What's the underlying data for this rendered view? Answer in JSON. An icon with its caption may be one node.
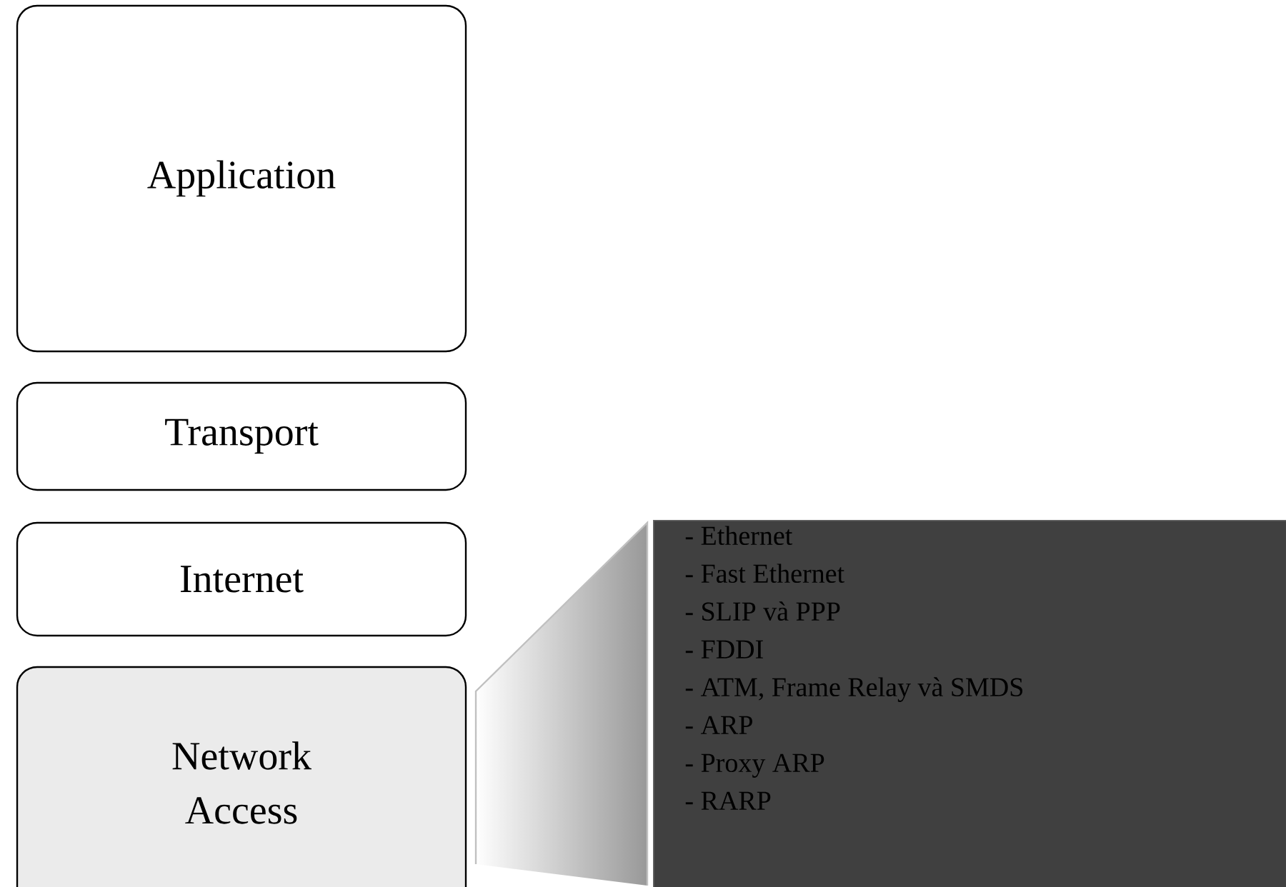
{
  "diagram": {
    "nodes": [
      {
        "text": [
          "Application"
        ]
      },
      {
        "text": [
          "Transport"
        ]
      },
      {
        "text": [
          "Internet"
        ]
      },
      {
        "text": [
          "Network Access"
        ]
      },
      {
        "text": [
          "- Ethernet",
          "- Fast Ethernet",
          "- SLIP  và  PPP",
          "- FDDI",
          "- ATM, Frame Relay  và  SMDS",
          "- ARP",
          "- Proxy ARP",
          "- RARP"
        ]
      }
    ],
    "edges": [
      {
        "from": 3,
        "to": 4,
        "arrow": "none"
      }
    ]
  }
}
